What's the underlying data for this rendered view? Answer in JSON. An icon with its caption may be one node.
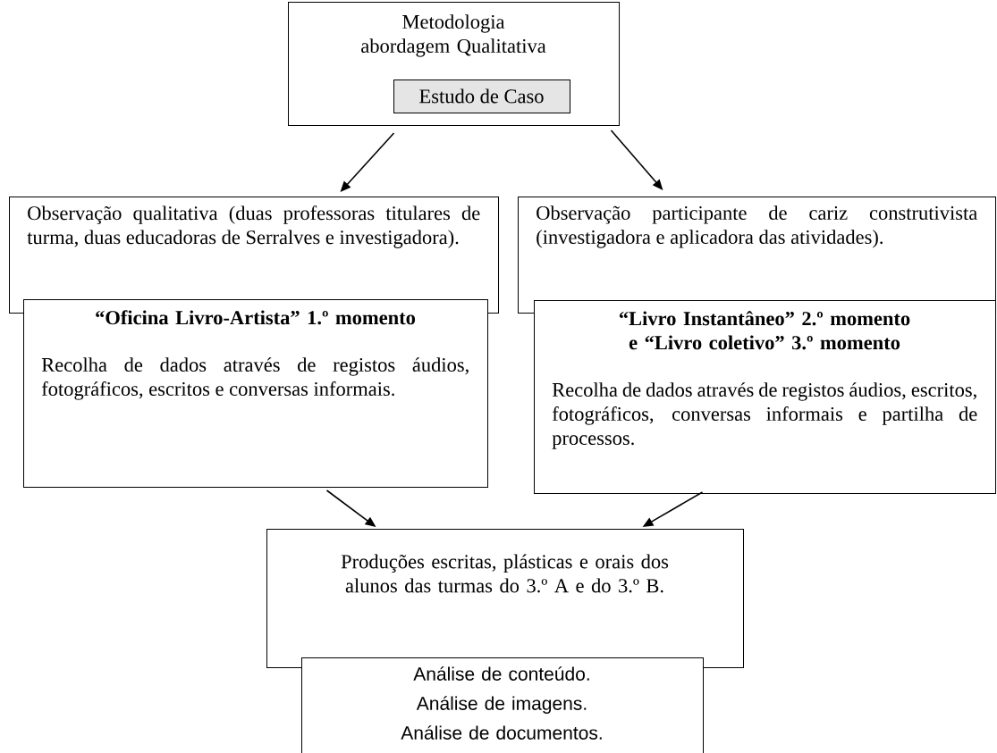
{
  "diagram": {
    "nodes": [
      {
        "text": [
          "Metodologia abordagem Qualitativa"
        ]
      },
      {
        "text": [
          "Estudo de Caso"
        ],
        "in": 0
      },
      {
        "text": [
          "Observação qualitativa (duas professoras titulares de turma, duas educadoras de Serralves e investigadora)."
        ]
      },
      {
        "text": [
          "“Oficina Livro-Artista” 1.º momento",
          "Recolha de dados através de registos áudios, fotográficos, escritos e conversas informais."
        ]
      },
      {
        "text": [
          "Observação participante de cariz construtivista (investigadora e aplicadora das atividades)."
        ]
      },
      {
        "text": [
          "“Livro Instantâneo” 2.º momento e “Livro coletivo” 3.º momento",
          "Recolha de dados através de registos áudios, escritos, fotográficos, conversas informais e partilha de processos."
        ]
      },
      {
        "text": [
          "Produções escritas, plásticas e orais dos alunos das turmas do 3.º A e do 3.º B."
        ]
      },
      {
        "text": [
          "Análise de conteúdo.",
          "Análise de imagens.",
          "Análise de documentos."
        ]
      }
    ],
    "edges": [
      {
        "from": 0,
        "to": 2,
        "arrow": "to"
      },
      {
        "from": 0,
        "to": 4,
        "arrow": "to"
      },
      {
        "from": 3,
        "to": 6,
        "arrow": "to"
      },
      {
        "from": 5,
        "to": 6,
        "arrow": "to"
      }
    ]
  }
}
